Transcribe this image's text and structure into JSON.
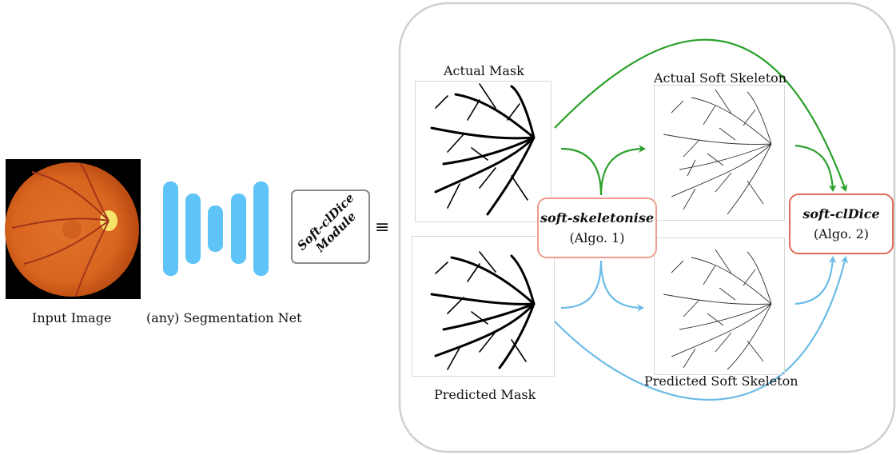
{
  "input": {
    "caption": "Input Image",
    "icon": "fundus-retina-photo"
  },
  "segnet": {
    "caption": "(any) Segmentation Net",
    "color": "#5ec3f6"
  },
  "module": {
    "line1": "Soft-clDice",
    "line2": "Module"
  },
  "equiv_symbol": "≡",
  "actual_mask": {
    "caption": "Actual Mask"
  },
  "predicted_mask": {
    "caption": "Predicted Mask"
  },
  "actual_skeleton": {
    "caption": "Actual Soft Skeleton"
  },
  "predicted_skeleton": {
    "caption": "Predicted Soft Skeleton"
  },
  "skeletonise": {
    "title": "soft-skeletonise",
    "ref": "(Algo. 1)",
    "border_color": "#ee9a8e"
  },
  "cldice": {
    "title": "soft-clDice",
    "ref": "(Algo. 2)",
    "border_color": "#e06a58"
  },
  "colors": {
    "actual_arrow": "#2aa02a",
    "predicted_arrow": "#6bbbe6"
  }
}
